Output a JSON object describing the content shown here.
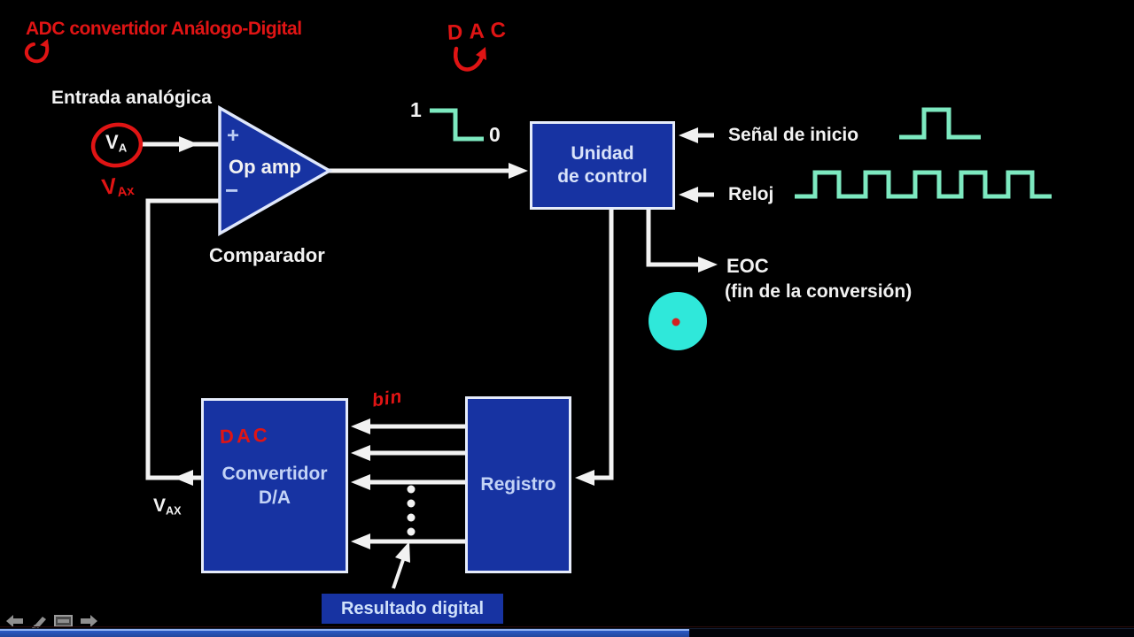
{
  "colors": {
    "background": "#000000",
    "box_fill": "#1733a2",
    "box_border": "#e6ecfa",
    "box_text": "#c3d3f6",
    "wire_white": "#f2f2f2",
    "annotation_red": "#e01414",
    "signal_teal": "#7de9c0",
    "cursor_cyan": "#2fe8da",
    "progress_blue": "#2b5ac4"
  },
  "header": {
    "title": "ADC convertidor Análogo-Digital",
    "dac_note": "DAC"
  },
  "opamp_section": {
    "input_label": "Entrada analógica",
    "va": {
      "base": "V",
      "sub": "A"
    },
    "vax_red": {
      "base": "V",
      "sub": "Ax"
    },
    "plus": "+",
    "minus": "−",
    "name": "Op amp",
    "caption": "Comparador"
  },
  "logic_levels": {
    "one": "1",
    "zero": "0"
  },
  "control_unit": {
    "line1": "Unidad",
    "line2": "de control"
  },
  "inputs": {
    "start": "Señal de inicio",
    "clock": "Reloj"
  },
  "eoc": {
    "label": "EOC",
    "caption": "(fin de la conversión)"
  },
  "dac_block": {
    "note": "DAC",
    "line1": "Convertidor",
    "line2": "D/A"
  },
  "register_block": {
    "label": "Registro"
  },
  "vax_white": {
    "base": "V",
    "sub": "AX"
  },
  "bin_note": "bin",
  "result_label": "Resultado digital",
  "toolbar": {
    "icons": [
      "previous-arrow",
      "pencil",
      "slide-frame",
      "next-arrow"
    ]
  },
  "progress": {
    "percent": 60.8
  }
}
